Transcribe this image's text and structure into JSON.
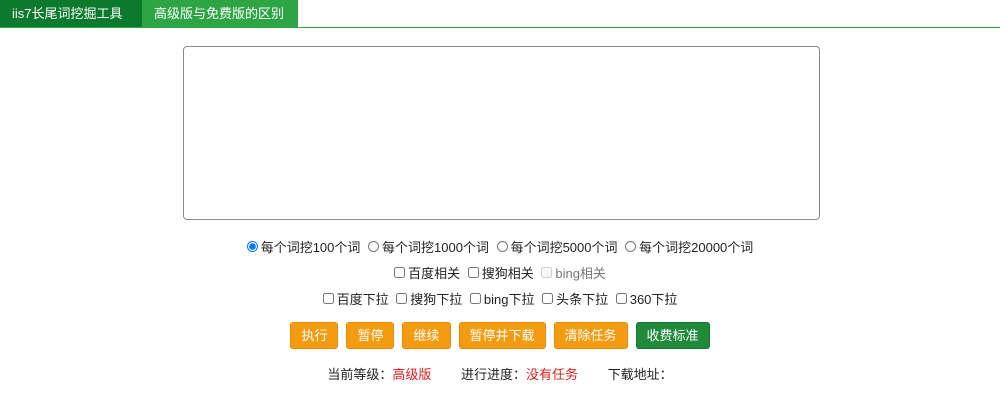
{
  "tabs": [
    {
      "label": "iis7长尾词挖掘工具"
    },
    {
      "label": "高级版与免费版的区别"
    }
  ],
  "textarea": {
    "value": "",
    "placeholder": ""
  },
  "dig_options": [
    {
      "label": "每个词挖100个词",
      "checked": true
    },
    {
      "label": "每个词挖1000个词",
      "checked": false
    },
    {
      "label": "每个词挖5000个词",
      "checked": false
    },
    {
      "label": "每个词挖20000个词",
      "checked": false
    }
  ],
  "related_options": [
    {
      "label": "百度相关",
      "checked": false
    },
    {
      "label": "搜狗相关",
      "checked": false
    },
    {
      "label": "bing相关",
      "checked": false,
      "disabled": true
    }
  ],
  "dropdown_options": [
    {
      "label": "百度下拉",
      "checked": false
    },
    {
      "label": "搜狗下拉",
      "checked": false
    },
    {
      "label": "bing下拉",
      "checked": false
    },
    {
      "label": "头条下拉",
      "checked": false
    },
    {
      "label": "360下拉",
      "checked": false
    }
  ],
  "buttons": {
    "execute": "执行",
    "pause": "暂停",
    "continue": "继续",
    "pause_download": "暂停并下载",
    "clear": "清除任务",
    "pricing": "收费标准"
  },
  "status": {
    "level_label": "当前等级：",
    "level_value": "高级版",
    "progress_label": "进行进度：",
    "progress_value": "没有任务",
    "download_label": "下载地址："
  },
  "colors": {
    "tab_active": "#0b7a2c",
    "tab_secondary": "#2da544",
    "button_orange": "#f39c12",
    "button_green": "#1e8a3a",
    "status_red": "#e01e1e"
  }
}
